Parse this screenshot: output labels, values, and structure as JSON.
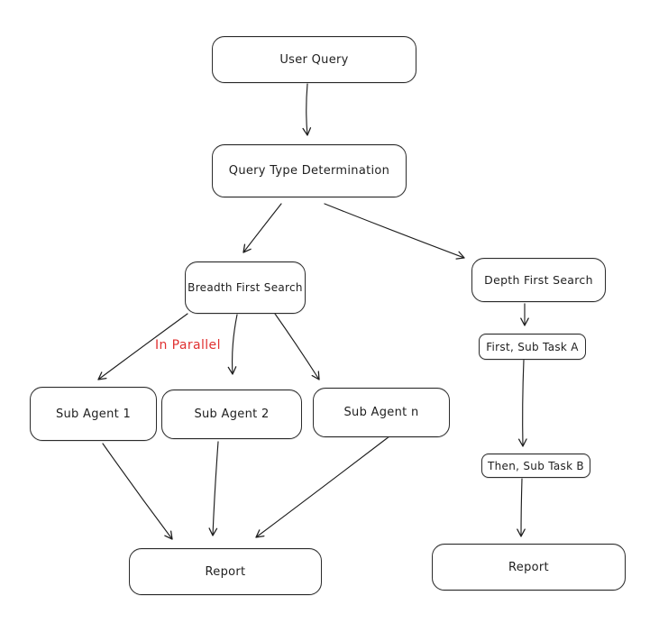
{
  "diagram": {
    "background_color": "#ffffff",
    "stroke_color": "#1e1e1e",
    "annotation_color": "#e03131",
    "nodes": {
      "user_query": {
        "label": "User Query"
      },
      "query_type_determination": {
        "label": "Query Type Determination"
      },
      "breadth_first_search": {
        "label": "Breadth First Search"
      },
      "depth_first_search": {
        "label": "Depth First Search"
      },
      "sub_agent_1": {
        "label": "Sub Agent 1"
      },
      "sub_agent_2": {
        "label": "Sub Agent 2"
      },
      "sub_agent_n": {
        "label": "Sub Agent n"
      },
      "first_sub_task_a": {
        "label": "First, Sub Task A"
      },
      "then_sub_task_b": {
        "label": "Then, Sub Task B"
      },
      "report_breadth": {
        "label": "Report"
      },
      "report_depth": {
        "label": "Report"
      }
    },
    "annotations": {
      "in_parallel": {
        "label": "In Parallel",
        "color": "#e03131"
      }
    },
    "edges": [
      {
        "from": "user_query",
        "to": "query_type_determination"
      },
      {
        "from": "query_type_determination",
        "to": "breadth_first_search"
      },
      {
        "from": "query_type_determination",
        "to": "depth_first_search"
      },
      {
        "from": "breadth_first_search",
        "to": "sub_agent_1"
      },
      {
        "from": "breadth_first_search",
        "to": "sub_agent_2"
      },
      {
        "from": "breadth_first_search",
        "to": "sub_agent_n"
      },
      {
        "from": "sub_agent_1",
        "to": "report_breadth"
      },
      {
        "from": "sub_agent_2",
        "to": "report_breadth"
      },
      {
        "from": "sub_agent_n",
        "to": "report_breadth"
      },
      {
        "from": "depth_first_search",
        "to": "first_sub_task_a"
      },
      {
        "from": "first_sub_task_a",
        "to": "then_sub_task_b"
      },
      {
        "from": "then_sub_task_b",
        "to": "report_depth"
      }
    ]
  }
}
